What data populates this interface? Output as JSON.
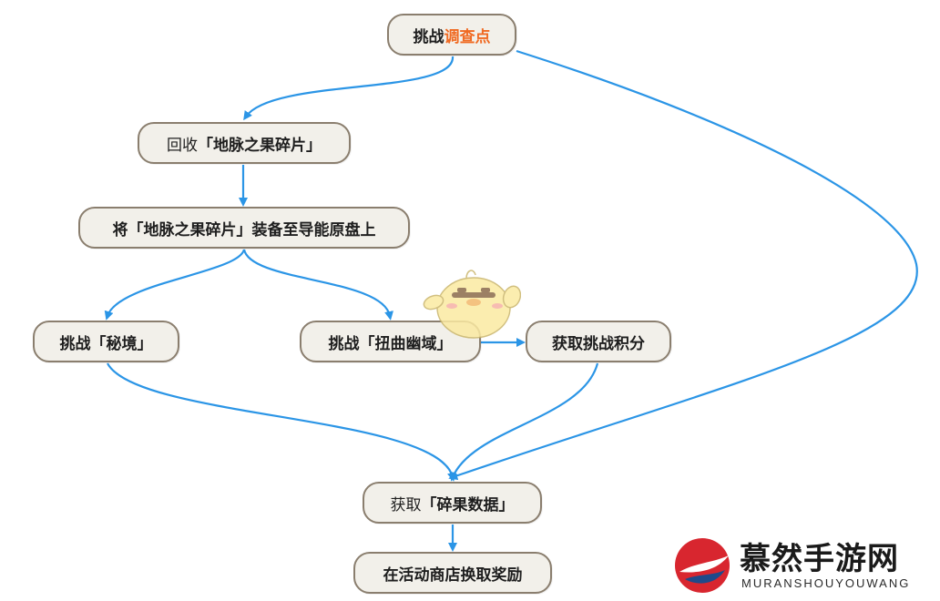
{
  "nodes": {
    "challenge": {
      "prefix": "挑战",
      "highlight": "调查点"
    },
    "collect": {
      "prefix": "回收",
      "bold": "「地脉之果碎片」"
    },
    "equip": {
      "text": "将「地脉之果碎片」装备至导能原盘上"
    },
    "secret": {
      "text": "挑战「秘境」"
    },
    "twist": {
      "text": "挑战「扭曲幽域」"
    },
    "points": {
      "text": "获取挑战积分"
    },
    "data": {
      "prefix": "获取",
      "bold": "「碎果数据」"
    },
    "shop": {
      "text": "在活动商店换取奖励"
    }
  },
  "watermark": {
    "title": "慕然手游网",
    "subtitle": "MURANSHOUYOUWANG"
  },
  "colors": {
    "arrow": "#2b95e6",
    "node_fill": "#f2f0ea",
    "node_border": "#8a7e6e",
    "highlight": "#f06a22"
  },
  "icons": [
    "chick-mascot-icon",
    "muran-logo-icon"
  ]
}
